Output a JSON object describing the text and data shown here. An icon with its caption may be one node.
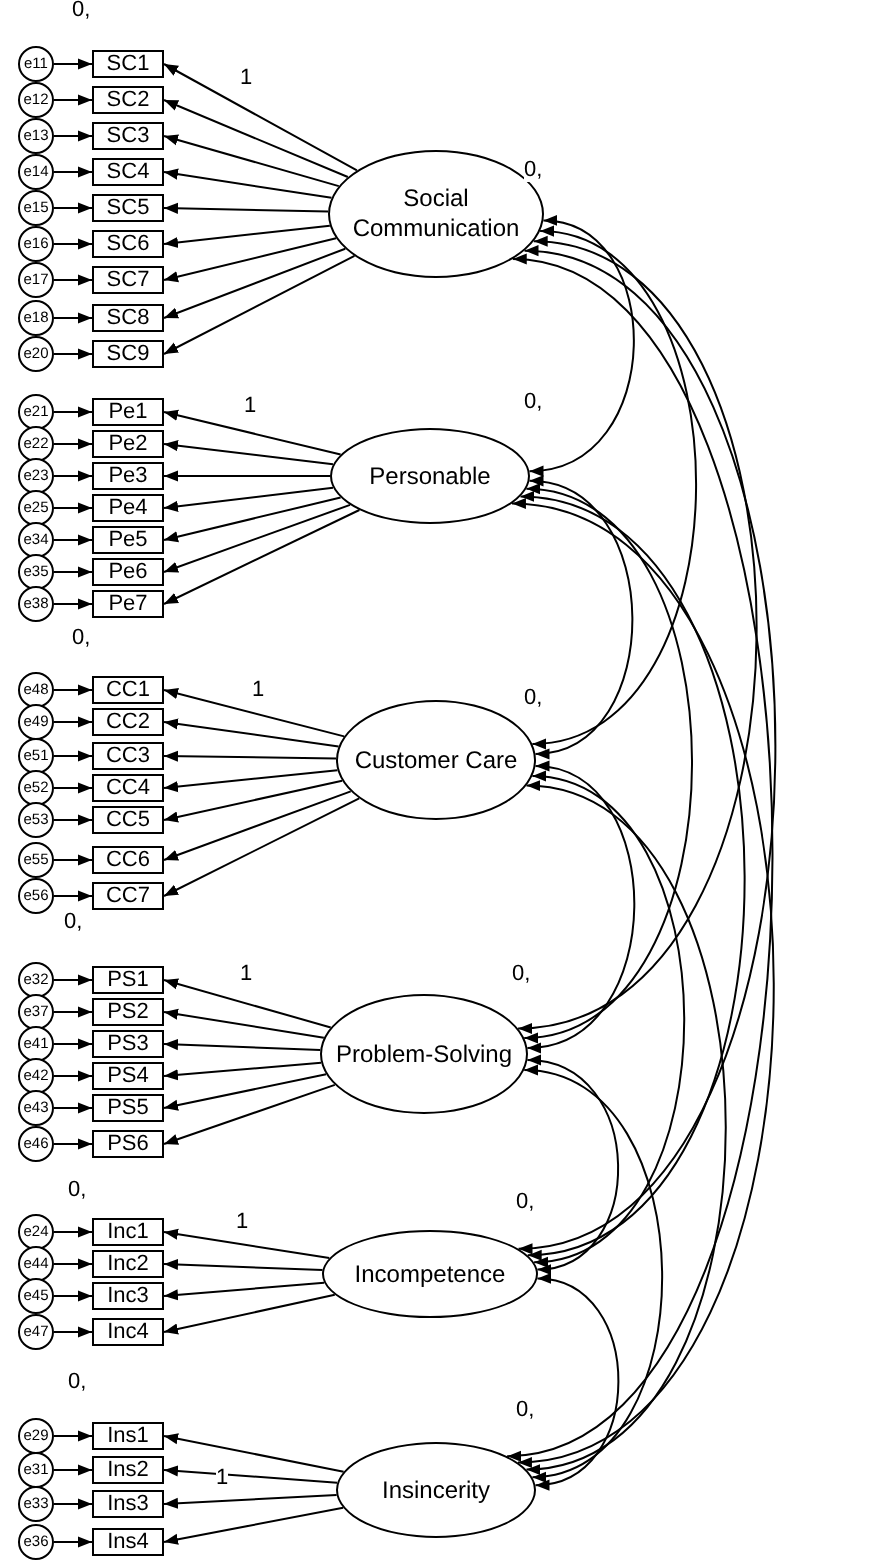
{
  "diagram": {
    "nodes": [
      {
        "text": [
          "e11"
        ]
      },
      {
        "text": [
          "SC1"
        ]
      },
      {
        "text": [
          "e12"
        ]
      },
      {
        "text": [
          "SC2"
        ]
      },
      {
        "text": [
          "e13"
        ]
      },
      {
        "text": [
          "SC3"
        ]
      },
      {
        "text": [
          "e14"
        ]
      },
      {
        "text": [
          "SC4"
        ]
      },
      {
        "text": [
          "e15"
        ]
      },
      {
        "text": [
          "SC5"
        ]
      },
      {
        "text": [
          "e16"
        ]
      },
      {
        "text": [
          "SC6"
        ]
      },
      {
        "text": [
          "e17"
        ]
      },
      {
        "text": [
          "SC7"
        ]
      },
      {
        "text": [
          "e18"
        ]
      },
      {
        "text": [
          "SC8"
        ]
      },
      {
        "text": [
          "e20"
        ]
      },
      {
        "text": [
          "SC9"
        ]
      },
      {
        "text": [
          "Social Communication"
        ]
      },
      {
        "text": [
          "e21"
        ]
      },
      {
        "text": [
          "Pe1"
        ]
      },
      {
        "text": [
          "e22"
        ]
      },
      {
        "text": [
          "Pe2"
        ]
      },
      {
        "text": [
          "e23"
        ]
      },
      {
        "text": [
          "Pe3"
        ]
      },
      {
        "text": [
          "e25"
        ]
      },
      {
        "text": [
          "Pe4"
        ]
      },
      {
        "text": [
          "e34"
        ]
      },
      {
        "text": [
          "Pe5"
        ]
      },
      {
        "text": [
          "e35"
        ]
      },
      {
        "text": [
          "Pe6"
        ]
      },
      {
        "text": [
          "e38"
        ]
      },
      {
        "text": [
          "Pe7"
        ]
      },
      {
        "text": [
          "Personable"
        ]
      },
      {
        "text": [
          "e48"
        ]
      },
      {
        "text": [
          "CC1"
        ]
      },
      {
        "text": [
          "e49"
        ]
      },
      {
        "text": [
          "CC2"
        ]
      },
      {
        "text": [
          "e51"
        ]
      },
      {
        "text": [
          "CC3"
        ]
      },
      {
        "text": [
          "e52"
        ]
      },
      {
        "text": [
          "CC4"
        ]
      },
      {
        "text": [
          "e53"
        ]
      },
      {
        "text": [
          "CC5"
        ]
      },
      {
        "text": [
          "e55"
        ]
      },
      {
        "text": [
          "CC6"
        ]
      },
      {
        "text": [
          "e56"
        ]
      },
      {
        "text": [
          "CC7"
        ]
      },
      {
        "text": [
          "Customer Care"
        ]
      },
      {
        "text": [
          "e32"
        ]
      },
      {
        "text": [
          "PS1"
        ]
      },
      {
        "text": [
          "e37"
        ]
      },
      {
        "text": [
          "PS2"
        ]
      },
      {
        "text": [
          "e41"
        ]
      },
      {
        "text": [
          "PS3"
        ]
      },
      {
        "text": [
          "e42"
        ]
      },
      {
        "text": [
          "PS4"
        ]
      },
      {
        "text": [
          "e43"
        ]
      },
      {
        "text": [
          "PS5"
        ]
      },
      {
        "text": [
          "e46"
        ]
      },
      {
        "text": [
          "PS6"
        ]
      },
      {
        "text": [
          "Problem-Solving"
        ]
      },
      {
        "text": [
          "e24"
        ]
      },
      {
        "text": [
          "Inc1"
        ]
      },
      {
        "text": [
          "e44"
        ]
      },
      {
        "text": [
          "Inc2"
        ]
      },
      {
        "text": [
          "e45"
        ]
      },
      {
        "text": [
          "Inc3"
        ]
      },
      {
        "text": [
          "e47"
        ]
      },
      {
        "text": [
          "Inc4"
        ]
      },
      {
        "text": [
          "Incompetence"
        ]
      },
      {
        "text": [
          "e29"
        ]
      },
      {
        "text": [
          "Ins1"
        ]
      },
      {
        "text": [
          "e31"
        ]
      },
      {
        "text": [
          "Ins2"
        ]
      },
      {
        "text": [
          "e33"
        ]
      },
      {
        "text": [
          "Ins3"
        ]
      },
      {
        "text": [
          "e36"
        ]
      },
      {
        "text": [
          "Ins4"
        ]
      },
      {
        "text": [
          "Insincerity"
        ]
      }
    ],
    "edges": [
      {
        "from": 0,
        "to": 1,
        "arrow": "to"
      },
      {
        "from": 2,
        "to": 3,
        "arrow": "to"
      },
      {
        "from": 4,
        "to": 5,
        "arrow": "to"
      },
      {
        "from": 6,
        "to": 7,
        "arrow": "to"
      },
      {
        "from": 8,
        "to": 9,
        "arrow": "to"
      },
      {
        "from": 10,
        "to": 11,
        "arrow": "to"
      },
      {
        "from": 12,
        "to": 13,
        "arrow": "to"
      },
      {
        "from": 14,
        "to": 15,
        "arrow": "to"
      },
      {
        "from": 16,
        "to": 17,
        "arrow": "to"
      },
      {
        "from": 18,
        "to": 1,
        "arrow": "to"
      },
      {
        "from": 18,
        "to": 3,
        "arrow": "to"
      },
      {
        "from": 18,
        "to": 5,
        "arrow": "to"
      },
      {
        "from": 18,
        "to": 7,
        "arrow": "to"
      },
      {
        "from": 18,
        "to": 9,
        "arrow": "to"
      },
      {
        "from": 18,
        "to": 11,
        "arrow": "to"
      },
      {
        "from": 18,
        "to": 13,
        "arrow": "to"
      },
      {
        "from": 18,
        "to": 15,
        "arrow": "to"
      },
      {
        "from": 18,
        "to": 17,
        "arrow": "to"
      },
      {
        "from": 19,
        "to": 20,
        "arrow": "to"
      },
      {
        "from": 21,
        "to": 22,
        "arrow": "to"
      },
      {
        "from": 23,
        "to": 24,
        "arrow": "to"
      },
      {
        "from": 25,
        "to": 26,
        "arrow": "to"
      },
      {
        "from": 27,
        "to": 28,
        "arrow": "to"
      },
      {
        "from": 29,
        "to": 30,
        "arrow": "to"
      },
      {
        "from": 31,
        "to": 32,
        "arrow": "to"
      },
      {
        "from": 33,
        "to": 20,
        "arrow": "to"
      },
      {
        "from": 33,
        "to": 22,
        "arrow": "to"
      },
      {
        "from": 33,
        "to": 24,
        "arrow": "to"
      },
      {
        "from": 33,
        "to": 26,
        "arrow": "to"
      },
      {
        "from": 33,
        "to": 28,
        "arrow": "to"
      },
      {
        "from": 33,
        "to": 30,
        "arrow": "to"
      },
      {
        "from": 33,
        "to": 32,
        "arrow": "to"
      },
      {
        "from": 34,
        "to": 35,
        "arrow": "to"
      },
      {
        "from": 36,
        "to": 37,
        "arrow": "to"
      },
      {
        "from": 38,
        "to": 39,
        "arrow": "to"
      },
      {
        "from": 40,
        "to": 41,
        "arrow": "to"
      },
      {
        "from": 42,
        "to": 43,
        "arrow": "to"
      },
      {
        "from": 44,
        "to": 45,
        "arrow": "to"
      },
      {
        "from": 46,
        "to": 47,
        "arrow": "to"
      },
      {
        "from": 48,
        "to": 35,
        "arrow": "to"
      },
      {
        "from": 48,
        "to": 37,
        "arrow": "to"
      },
      {
        "from": 48,
        "to": 39,
        "arrow": "to"
      },
      {
        "from": 48,
        "to": 41,
        "arrow": "to"
      },
      {
        "from": 48,
        "to": 43,
        "arrow": "to"
      },
      {
        "from": 48,
        "to": 45,
        "arrow": "to"
      },
      {
        "from": 48,
        "to": 47,
        "arrow": "to"
      },
      {
        "from": 49,
        "to": 50,
        "arrow": "to"
      },
      {
        "from": 51,
        "to": 52,
        "arrow": "to"
      },
      {
        "from": 53,
        "to": 54,
        "arrow": "to"
      },
      {
        "from": 55,
        "to": 56,
        "arrow": "to"
      },
      {
        "from": 57,
        "to": 58,
        "arrow": "to"
      },
      {
        "from": 59,
        "to": 60,
        "arrow": "to"
      },
      {
        "from": 61,
        "to": 50,
        "arrow": "to"
      },
      {
        "from": 61,
        "to": 52,
        "arrow": "to"
      },
      {
        "from": 61,
        "to": 54,
        "arrow": "to"
      },
      {
        "from": 61,
        "to": 56,
        "arrow": "to"
      },
      {
        "from": 61,
        "to": 58,
        "arrow": "to"
      },
      {
        "from": 61,
        "to": 60,
        "arrow": "to"
      },
      {
        "from": 62,
        "to": 63,
        "arrow": "to"
      },
      {
        "from": 64,
        "to": 65,
        "arrow": "to"
      },
      {
        "from": 66,
        "to": 67,
        "arrow": "to"
      },
      {
        "from": 68,
        "to": 69,
        "arrow": "to"
      },
      {
        "from": 70,
        "to": 63,
        "arrow": "to"
      },
      {
        "from": 70,
        "to": 65,
        "arrow": "to"
      },
      {
        "from": 70,
        "to": 67,
        "arrow": "to"
      },
      {
        "from": 70,
        "to": 69,
        "arrow": "to"
      },
      {
        "from": 71,
        "to": 72,
        "arrow": "to"
      },
      {
        "from": 73,
        "to": 74,
        "arrow": "to"
      },
      {
        "from": 75,
        "to": 76,
        "arrow": "to"
      },
      {
        "from": 77,
        "to": 78,
        "arrow": "to"
      },
      {
        "from": 79,
        "to": 72,
        "arrow": "to"
      },
      {
        "from": 79,
        "to": 74,
        "arrow": "to"
      },
      {
        "from": 79,
        "to": 76,
        "arrow": "to"
      },
      {
        "from": 79,
        "to": 78,
        "arrow": "to"
      },
      {
        "from": 18,
        "to": 33,
        "arrow": "both"
      },
      {
        "from": 18,
        "to": 48,
        "arrow": "both"
      },
      {
        "from": 18,
        "to": 61,
        "arrow": "both"
      },
      {
        "from": 18,
        "to": 70,
        "arrow": "both"
      },
      {
        "from": 18,
        "to": 79,
        "arrow": "both"
      },
      {
        "from": 33,
        "to": 48,
        "arrow": "both"
      },
      {
        "from": 33,
        "to": 61,
        "arrow": "both"
      },
      {
        "from": 33,
        "to": 70,
        "arrow": "both"
      },
      {
        "from": 33,
        "to": 79,
        "arrow": "both"
      },
      {
        "from": 48,
        "to": 61,
        "arrow": "both"
      },
      {
        "from": 48,
        "to": 70,
        "arrow": "both"
      },
      {
        "from": 48,
        "to": 79,
        "arrow": "both"
      },
      {
        "from": 61,
        "to": 70,
        "arrow": "both"
      },
      {
        "from": 61,
        "to": 79,
        "arrow": "both"
      },
      {
        "from": 70,
        "to": 79,
        "arrow": "both"
      }
    ],
    "labels": [
      "0,",
      "1",
      "0,",
      "1",
      "0,",
      "0,",
      "1",
      "0,",
      "0,",
      "1",
      "0,",
      "0,",
      "1",
      "0,",
      "0,",
      "1",
      "0,"
    ]
  }
}
